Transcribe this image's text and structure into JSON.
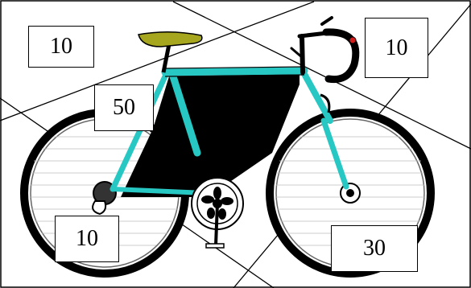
{
  "figure": {
    "subject_icon": "racing-bicycle-illustration",
    "colors": {
      "frame": "#27c7c3",
      "frame_fill": "#000000",
      "saddle": "#a7a61f",
      "outline": "#000000",
      "background": "#ffffff",
      "tail_light": "#d21d1d"
    }
  },
  "labels": {
    "top_left": "10",
    "top_right": "10",
    "middle_left": "50",
    "bottom_left": "10",
    "bottom_right": "30"
  }
}
